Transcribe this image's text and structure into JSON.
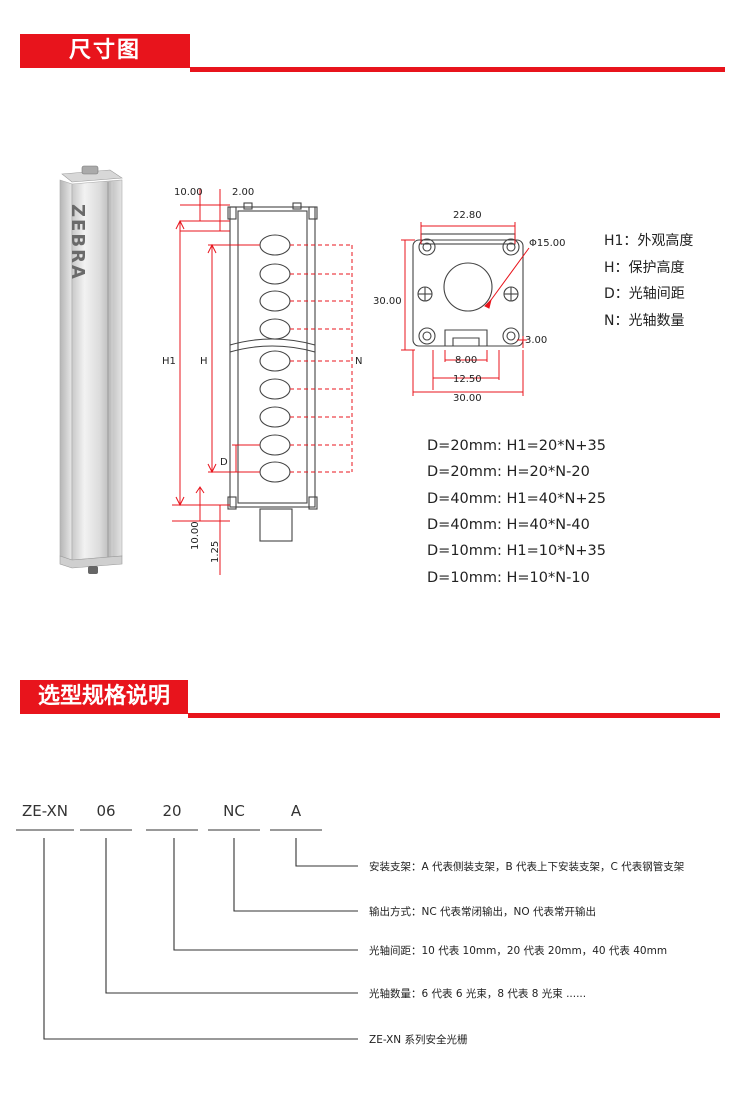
{
  "sections": {
    "dimensions_title": "尺寸图",
    "selection_title": "选型规格说明"
  },
  "product": {
    "brand": "ZEBRA"
  },
  "front_view": {
    "dim_top_left": "10.00",
    "dim_top_right": "2.00",
    "label_h1": "H1",
    "label_h": "H",
    "label_n": "N",
    "label_d": "D",
    "dim_bottom_left": "10.00",
    "dim_bottom_right": "1.25"
  },
  "top_view": {
    "dim_width": "22.80",
    "dim_diameter": "Φ15.00",
    "dim_height": "30.00",
    "dim_slot": "8.00",
    "dim_edge": "3.00",
    "dim_mount": "12.50",
    "dim_total": "30.00"
  },
  "legend": [
    "H1：外观高度",
    "H：保护高度",
    "D：光轴间距",
    "N：光轴数量"
  ],
  "formulas": [
    "D=20mm: H1=20*N+35",
    "D=20mm:  H=20*N-20",
    "D=40mm: H1=40*N+25",
    "D=40mm:  H=40*N-40",
    "D=10mm: H1=10*N+35",
    "D=10mm:  H=10*N-10"
  ],
  "model_code": {
    "parts": [
      "ZE-XN",
      "06",
      "20",
      "NC",
      "A"
    ],
    "descriptions": [
      "安装支架：A 代表侧装支架，B 代表上下安装支架，C 代表钢管支架",
      "输出方式：NC 代表常闭输出，NO 代表常开输出",
      "光轴间距：10 代表 10mm，20 代表 20mm，40 代表 40mm",
      "光轴数量：6 代表 6 光束，8 代表 8 光束 ......",
      "ZE-XN 系列安全光栅"
    ]
  },
  "colors": {
    "accent": "#e8141c",
    "dimension_line": "#e8141c",
    "drawing": "#444444"
  }
}
